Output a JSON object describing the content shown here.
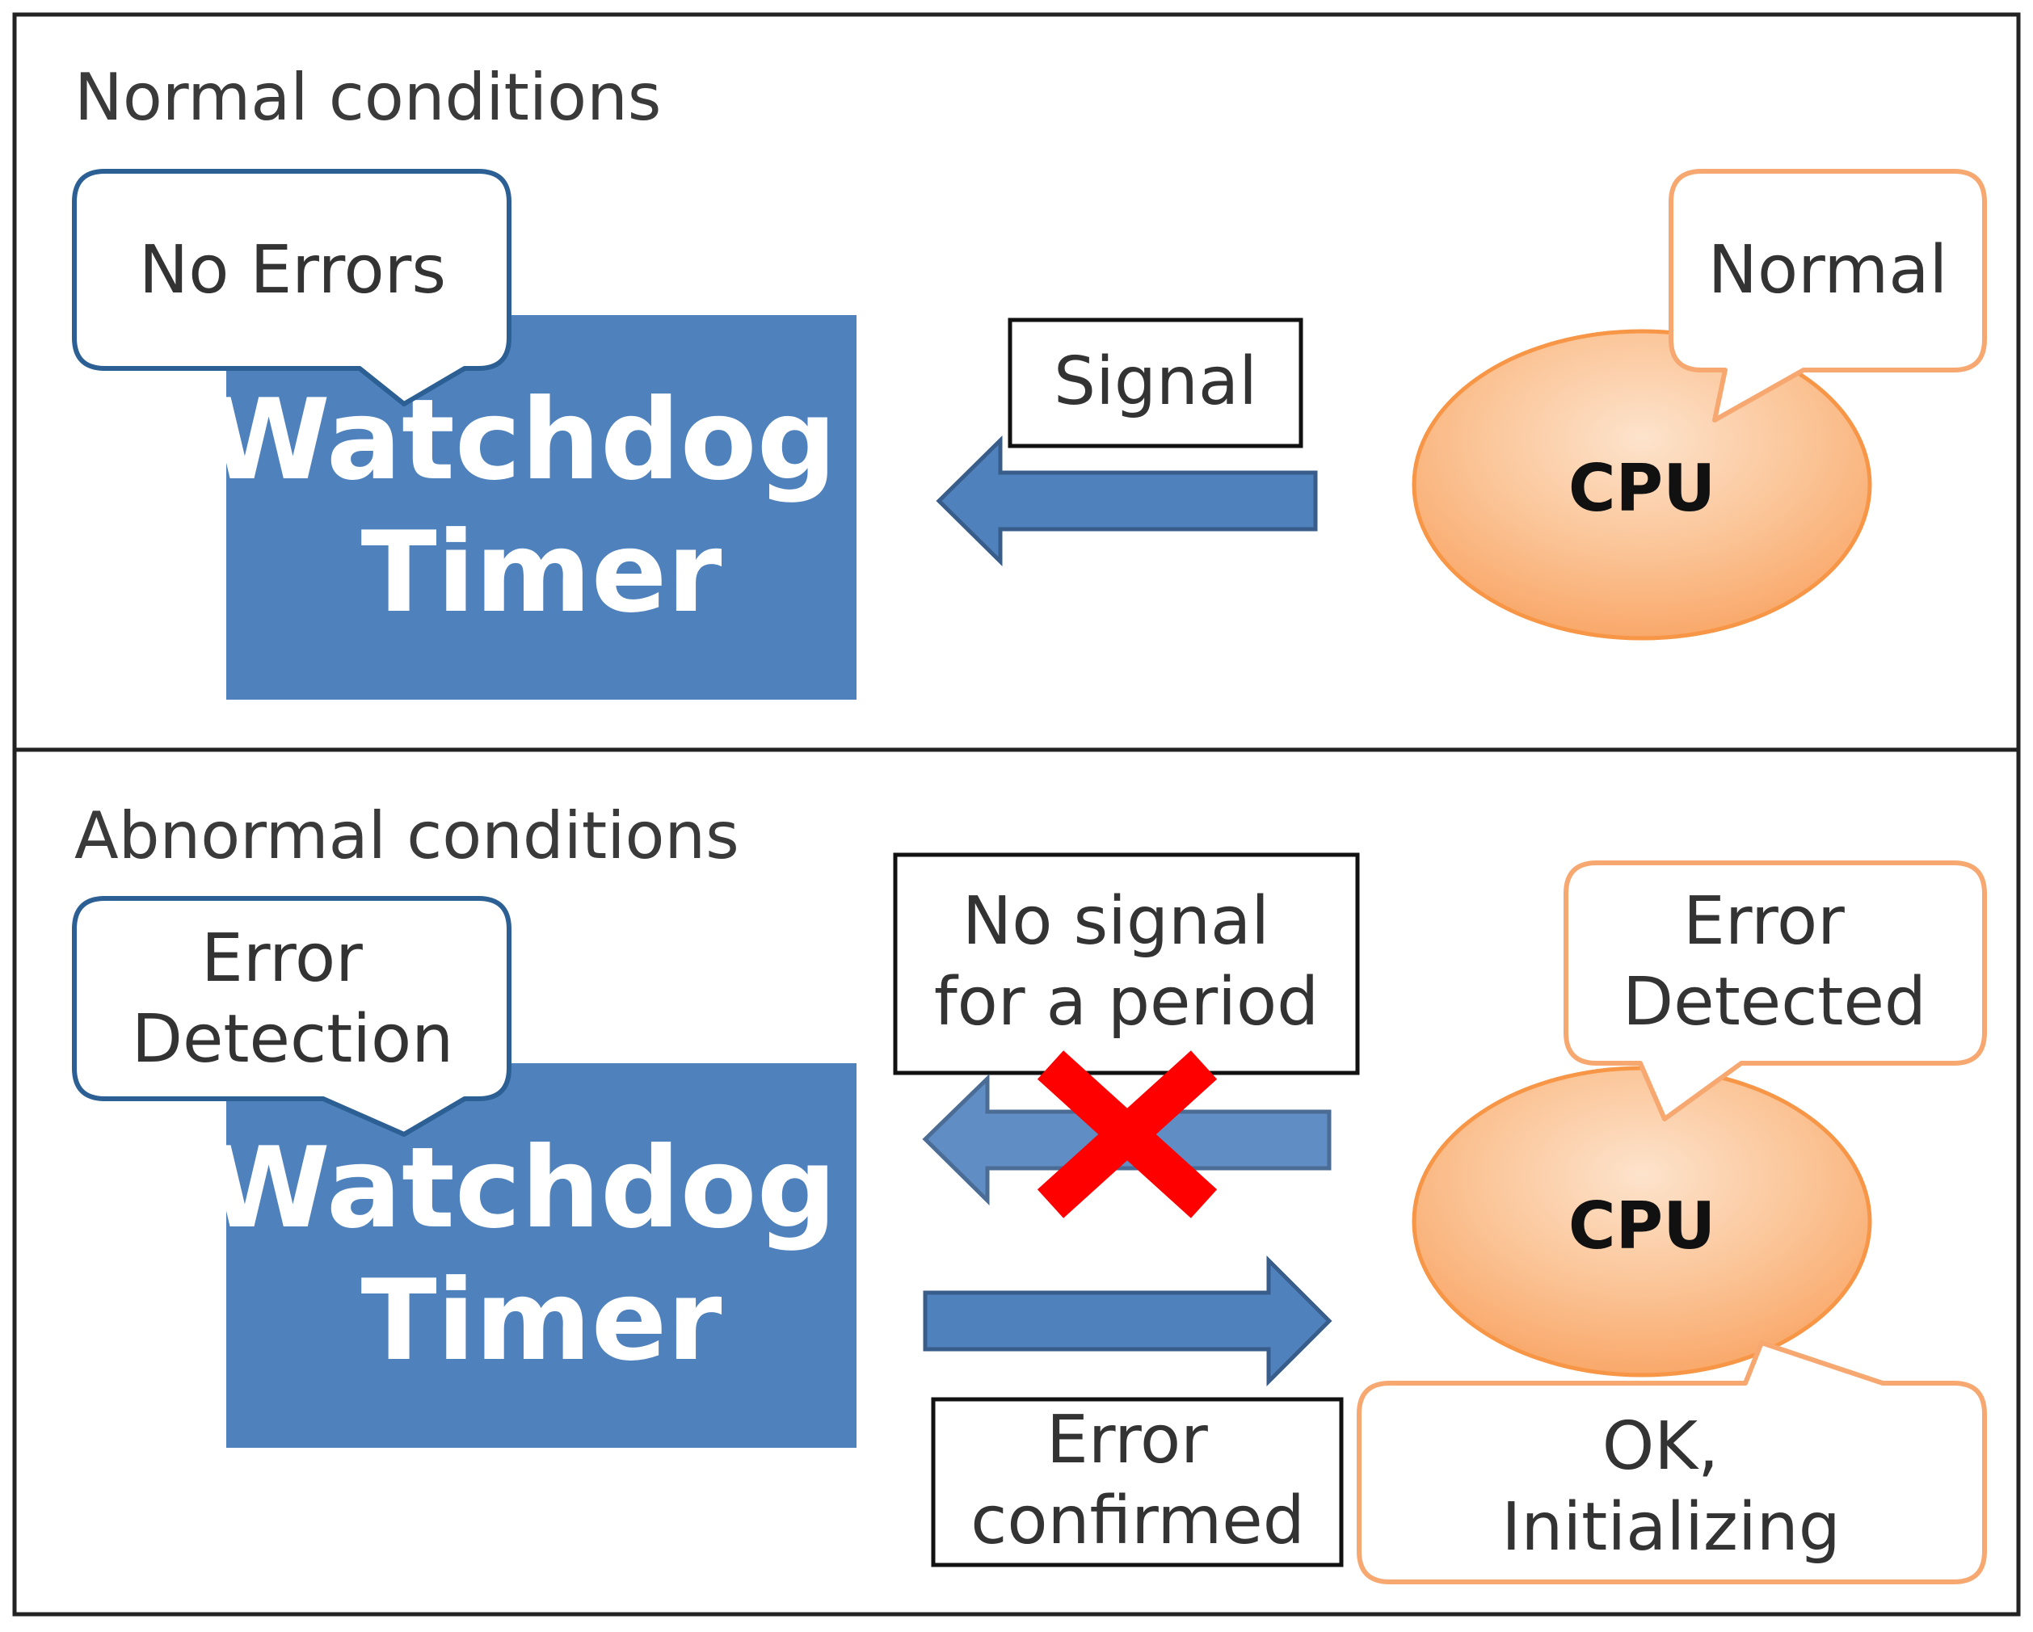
{
  "panels": {
    "normal": {
      "title": "Normal conditions",
      "wdt_callout": [
        "No Errors"
      ],
      "wdt_label": [
        "Watchdog",
        "Timer"
      ],
      "signal_label": [
        "Signal"
      ],
      "cpu_callout": [
        "Normal"
      ],
      "cpu_label": "CPU"
    },
    "abnormal": {
      "title": "Abnormal conditions",
      "wdt_callout": [
        "Error",
        "Detection"
      ],
      "wdt_label": [
        "Watchdog",
        "Timer"
      ],
      "no_signal_label": [
        "No signal",
        "for a period"
      ],
      "error_confirmed_label": [
        "Error",
        "confirmed"
      ],
      "cpu_callout_top": [
        "Error",
        "Detected"
      ],
      "cpu_callout_bottom": [
        "OK,",
        "Initializing"
      ],
      "cpu_label": "CPU"
    }
  },
  "colors": {
    "wdt_fill": "#4f81bd",
    "wdt_callout_stroke": "#2c5f93",
    "arrow_fill": "#4f81bd",
    "arrow_stroke": "#385d8a",
    "cpu_stroke": "#f79646",
    "callout_orange_stroke": "#f7a870",
    "cross": "#ff0000"
  }
}
